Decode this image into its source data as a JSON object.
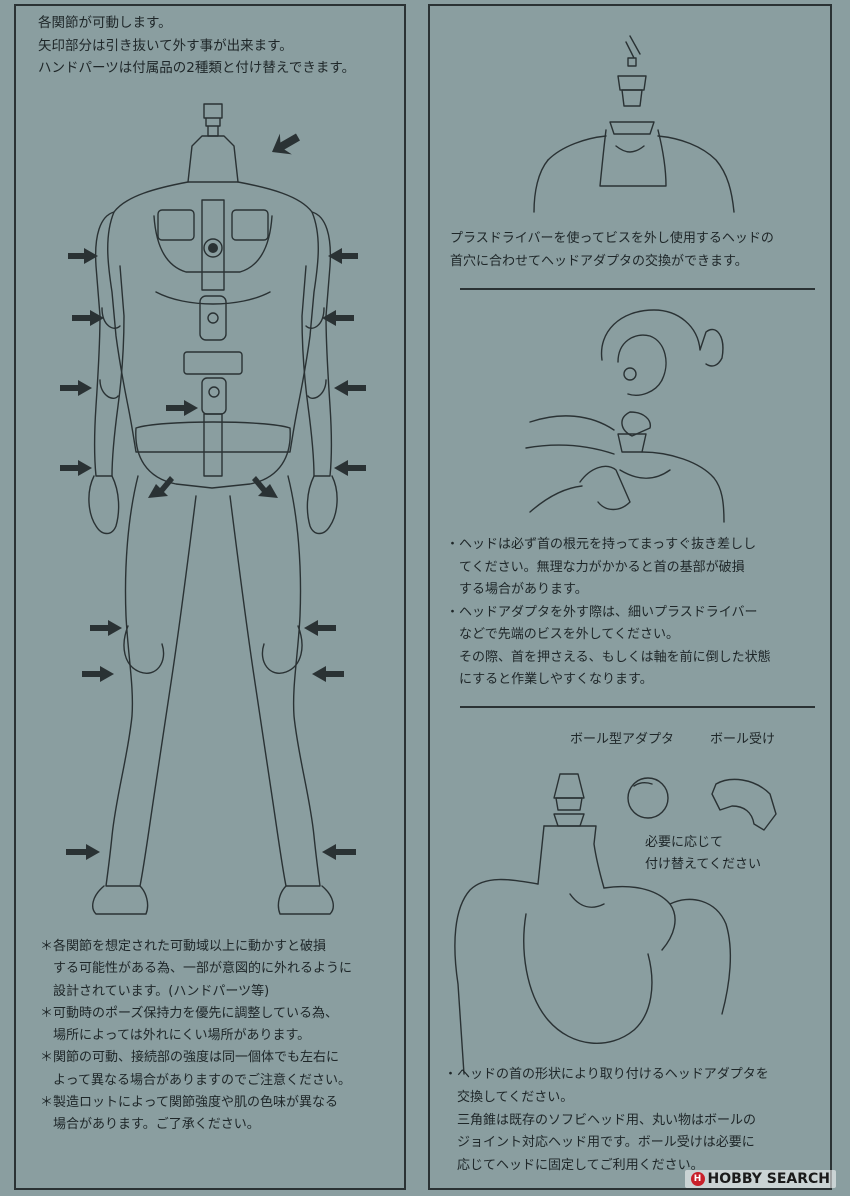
{
  "left_panel": {
    "intro_lines": [
      "各関節が可動します。",
      "矢印部分は引き抜いて外す事が出来ます。",
      "ハンドパーツは付属品の2種類と付け替えできます。"
    ],
    "notes_lines": [
      "＊各関節を想定された可動域以上に動かすと破損",
      "　する可能性がある為、一部が意図的に外れるように",
      "　設計されています。(ハンドパーツ等)",
      "＊可動時のポーズ保持力を優先に調整している為、",
      "　場所によっては外れにくい場所があります。",
      "＊関節の可動、接続部の強度は同一個体でも左右に",
      "　よって異なる場合がありますのでご注意ください。",
      "＊製造ロットによって関節強度や肌の色味が異なる",
      "　場合があります。ご了承ください。"
    ]
  },
  "right_panel": {
    "neck_lines": [
      "プラスドライバーを使ってビスを外し使用するヘッドの",
      "首穴に合わせてヘッドアダプタの交換ができます。"
    ],
    "head_lines": [
      "・ヘッドは必ず首の根元を持ってまっすぐ抜き差しし",
      "　てください。無理な力がかかると首の基部が破損",
      "　する場合があります。",
      "・ヘッドアダプタを外す際は、細いプラスドライバー",
      "　などで先端のビスを外してください。",
      "　その際、首を押さえる、もしくは軸を前に倒した状態",
      "　にすると作業しやすくなります。"
    ],
    "ball_adapter_label": "ボール型アダプタ",
    "ball_socket_label": "ボール受け",
    "replace_lines": [
      "必要に応じて",
      "付け替えてください"
    ],
    "adapter_lines": [
      "・ヘッドの首の形状により取り付けるヘッドアダプタを",
      "　交換してください。",
      "　三角錐は既存のソフビヘッド用、丸い物はボールの",
      "　ジョイント対応ヘッド用です。ボール受けは必要に",
      "　応じてヘッドに固定してご利用ください。"
    ]
  },
  "watermark": {
    "brand": "HOBBY SEARCH",
    "icon": "hobby-search-logo-icon"
  },
  "colors": {
    "paper": "#8a9ea0",
    "ink": "#2a3234"
  }
}
